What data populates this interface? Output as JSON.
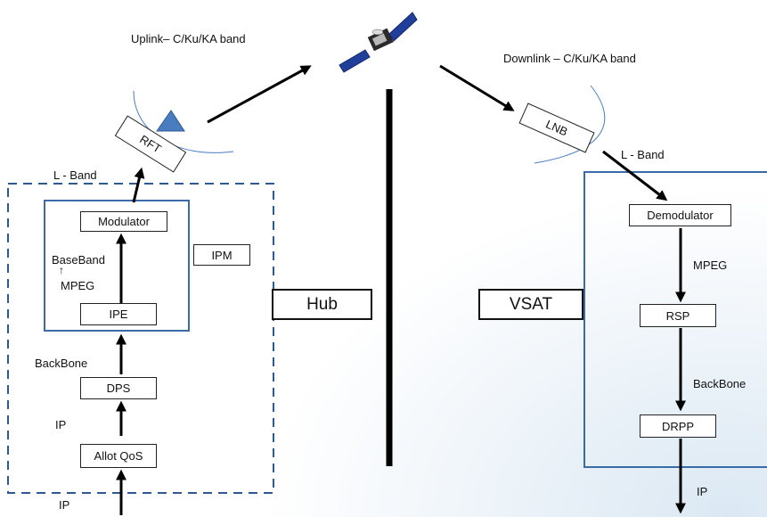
{
  "uplink_label": "Uplink– C/Ku/KA band",
  "downlink_label": "Downlink – C/Ku/KA band",
  "rft_label": "RFT",
  "lnb_label": "LNB",
  "hub_lband_label": "L - Band",
  "vsat_lband_label": "L - Band",
  "hub": {
    "modulator": "Modulator",
    "baseband": "BaseBand",
    "up_arrow": "↑",
    "mpeg": "MPEG",
    "ipm": "IPM",
    "ipe": "IPE",
    "backbone": "BackBone",
    "dps": "DPS",
    "ip_mid": "IP",
    "allot": "Allot QoS",
    "ip_bottom": "IP",
    "title": "Hub"
  },
  "vsat": {
    "title": "VSAT",
    "demodulator": "Demodulator",
    "mpeg": "MPEG",
    "rsp": "RSP",
    "backbone": "BackBone",
    "drpp": "DRPP",
    "ip": "IP"
  },
  "colors": {
    "frame_blue": "#3a6aa8",
    "dish_blue": "#4a7cc0",
    "satellite_panel": "#1f3f9a",
    "divider": "#000000"
  },
  "icons": [
    "satellite-icon",
    "antenna-icon"
  ]
}
